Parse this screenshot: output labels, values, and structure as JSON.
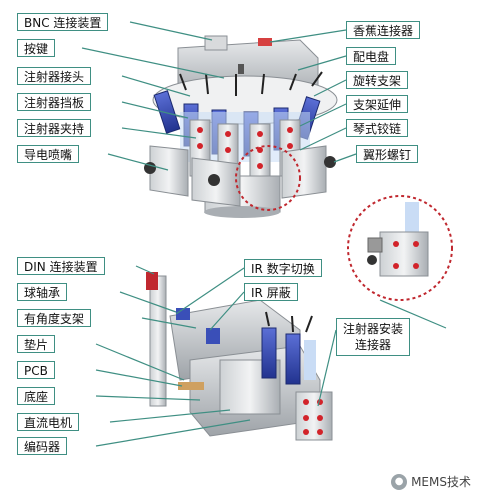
{
  "labels_top_left": [
    {
      "key": "bnc",
      "text": "BNC 连接装置"
    },
    {
      "key": "button",
      "text": "按键"
    },
    {
      "key": "syringe-connector",
      "text": "注射器接头"
    },
    {
      "key": "syringe-baffle",
      "text": "注射器挡板"
    },
    {
      "key": "syringe-holder",
      "text": "注射器夹持"
    },
    {
      "key": "conductive-nozzle",
      "text": "导电喷嘴"
    }
  ],
  "labels_top_right": [
    {
      "key": "banana-connector",
      "text": "香蕉连接器"
    },
    {
      "key": "distribution-board",
      "text": "配电盘"
    },
    {
      "key": "rotating-bracket",
      "text": "旋转支架"
    },
    {
      "key": "bracket-extension",
      "text": "支架延伸"
    },
    {
      "key": "piano-hinge",
      "text": "琴式铰链"
    },
    {
      "key": "wing-screw",
      "text": "翼形螺钉"
    }
  ],
  "labels_bottom_left": [
    {
      "key": "din",
      "text": "DIN 连接装置"
    },
    {
      "key": "ball-bearing",
      "text": "球轴承"
    },
    {
      "key": "angled-bracket",
      "text": "有角度支架"
    },
    {
      "key": "shim",
      "text": "垫片"
    },
    {
      "key": "pcb",
      "text": "PCB"
    },
    {
      "key": "base",
      "text": "底座"
    },
    {
      "key": "dc-motor",
      "text": "直流电机"
    },
    {
      "key": "encoder",
      "text": "编码器"
    }
  ],
  "labels_bottom_right": [
    {
      "key": "ir-switch",
      "text": "IR 数字切换"
    },
    {
      "key": "ir-shield",
      "text": "IR 屏蔽"
    },
    {
      "key": "syringe-mount-line1",
      "text": "注射器安装"
    },
    {
      "key": "syringe-mount-line2",
      "text": "连接器"
    }
  ],
  "watermark": "MEMS技术",
  "colors": {
    "label_border": "#3f8f83",
    "leader_line": "#3f8f83",
    "highlight_circle": "#c0282f",
    "syringe_blue": "#3a4fb8",
    "metal": "#b8bcc0",
    "red_dot": "#d2232a"
  }
}
